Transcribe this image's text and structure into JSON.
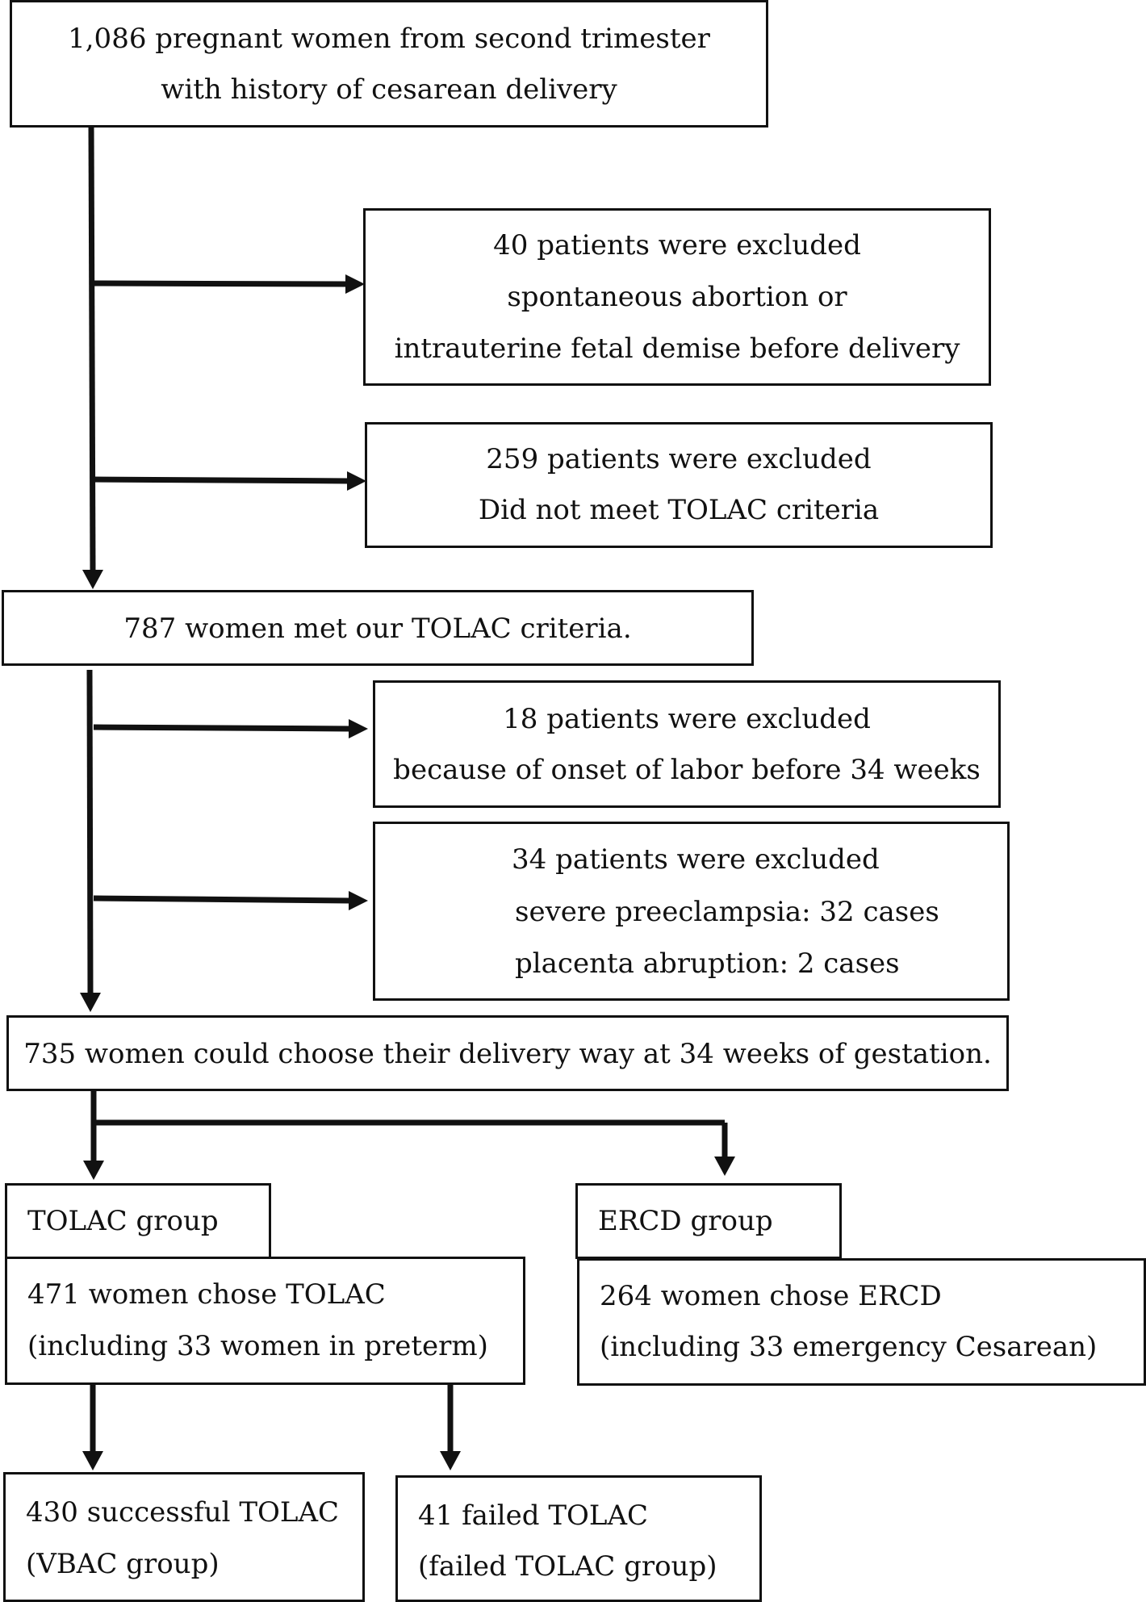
{
  "start": {
    "line1": "1,086 pregnant women from second trimester",
    "line2": "with history of cesarean delivery"
  },
  "exclusion1": {
    "line1": "40 patients were excluded",
    "line2": "spontaneous abortion or",
    "line3": "intrauterine fetal demise before delivery"
  },
  "exclusion2": {
    "line1": "259 patients were excluded",
    "line2": "Did not meet TOLAC criteria"
  },
  "met_criteria": {
    "text": "787 women met our TOLAC criteria."
  },
  "exclusion3": {
    "line1": "18 patients were excluded",
    "line2": "because of onset of labor before 34 weeks"
  },
  "exclusion4": {
    "line1": "34 patients were excluded",
    "line2": "severe preeclampsia: 32 cases",
    "line3": "placenta abruption: 2 cases"
  },
  "choose": {
    "text": "735 women could choose their delivery way at 34 weeks of gestation."
  },
  "tolac": {
    "header": "TOLAC group",
    "line1": "471 women chose TOLAC",
    "line2": "(including 33 women in preterm)"
  },
  "ercd": {
    "header": "ERCD group",
    "line1": "264 women chose ERCD",
    "line2": "(including 33 emergency Cesarean)"
  },
  "vbac": {
    "line1": "430 successful TOLAC",
    "line2": "(VBAC group)"
  },
  "failed": {
    "line1": "41 failed TOLAC",
    "line2": "(failed TOLAC group)"
  }
}
